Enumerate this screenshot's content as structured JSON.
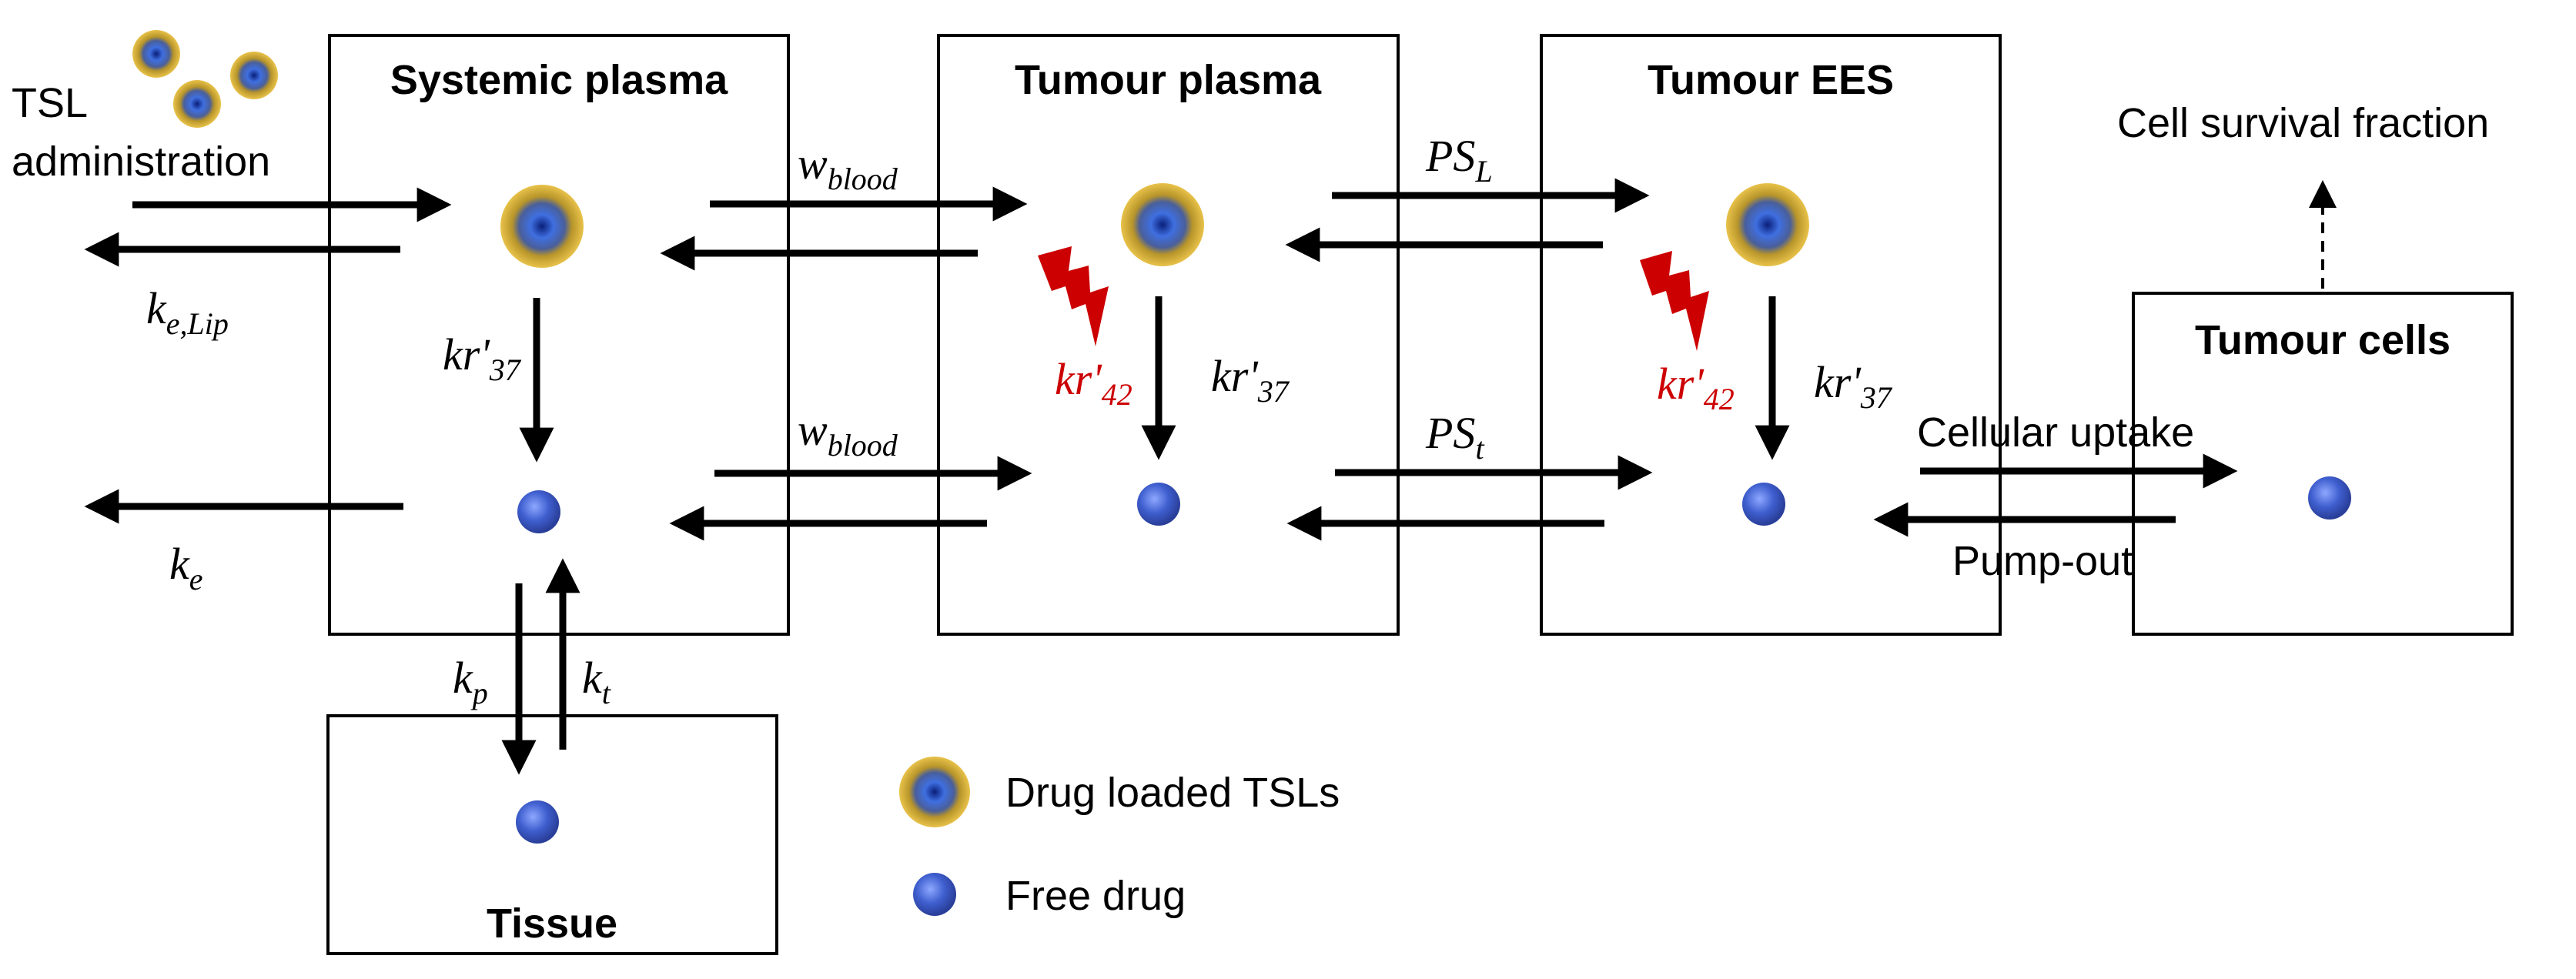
{
  "compartments": {
    "systemic_plasma": "Systemic plasma",
    "tumour_plasma": "Tumour plasma",
    "tumour_ees": "Tumour EES",
    "tumour_cells": "Tumour cells",
    "tissue": "Tissue"
  },
  "labels": {
    "administration_line1": "TSL",
    "administration_line2": "administration",
    "cell_survival": "Cell survival fraction",
    "cellular_uptake": "Cellular uptake",
    "pump_out": "Pump-out"
  },
  "rates": {
    "ke_lip": {
      "base": "k",
      "sub": "e,Lip"
    },
    "ke": {
      "base": "k",
      "sub": "e"
    },
    "kr37": {
      "base": "kr'",
      "sub": "37"
    },
    "kr42": {
      "base": "kr'",
      "sub": "42"
    },
    "wblood": {
      "base": "w",
      "sub": "blood"
    },
    "psl": {
      "base": "PS",
      "sub": "L"
    },
    "pst": {
      "base": "PS",
      "sub": "t"
    },
    "kp": {
      "base": "k",
      "sub": "p"
    },
    "kt": {
      "base": "k",
      "sub": "t"
    }
  },
  "legend": {
    "tsl": "Drug loaded TSLs",
    "free": "Free drug"
  },
  "colors": {
    "liposome_shell": "#c9a227",
    "drug_blue": "#3f5fcf",
    "heat_red": "#cc0000"
  },
  "icons": {
    "liposome": "drug-loaded-tsl-icon",
    "free_drug": "free-drug-icon",
    "heat": "lightning-heat-icon"
  }
}
